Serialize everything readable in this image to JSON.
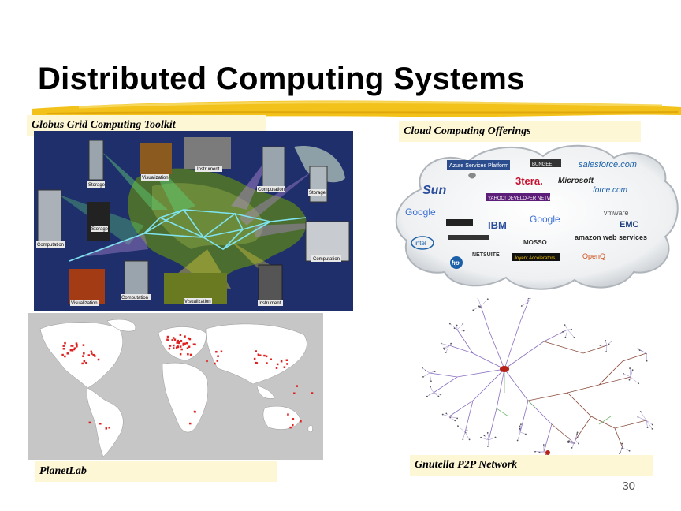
{
  "slide": {
    "title": "Distributed Computing Systems",
    "page_number": "30"
  },
  "captions": {
    "globus": "Globus Grid Computing Toolkit",
    "cloud": "Cloud Computing Offerings",
    "planetlab": "PlanetLab",
    "gnutella": "Gnutella P2P Network"
  },
  "globus_labels": {
    "storage_1": "Storage",
    "visualization_1": "Visualization",
    "instrument_1": "Instrument",
    "computation_1": "Computation",
    "storage_2": "Storage",
    "computation_2": "Computation",
    "storage_3": "Storage",
    "computation_3": "Computation",
    "visualization_2": "Visualization",
    "computation_4": "Computation",
    "visualization_3": "Visualization",
    "instrument_2": "Instrument"
  },
  "cloud_logos": {
    "azure": "Azure Services Platform",
    "bunged": "BUNGEE",
    "salesforce": "salesforce.com",
    "sun": "Sun",
    "3tera": "3tera.",
    "microsoft": "Microsoft",
    "force": "force.com",
    "google_1": "Google",
    "yahoo": "YAHOO! DEVELOPER NETWORK",
    "ibm": "IBM",
    "google_2": "Google",
    "vmware": "vmware",
    "emc": "EMC",
    "intel": "intel",
    "netsuite": "NETSUITE",
    "mosso": "MOSSO",
    "amazon": "amazon web services",
    "joyent": "Joyent Accelerators",
    "openq": "OpenQ",
    "hp": "hp"
  }
}
